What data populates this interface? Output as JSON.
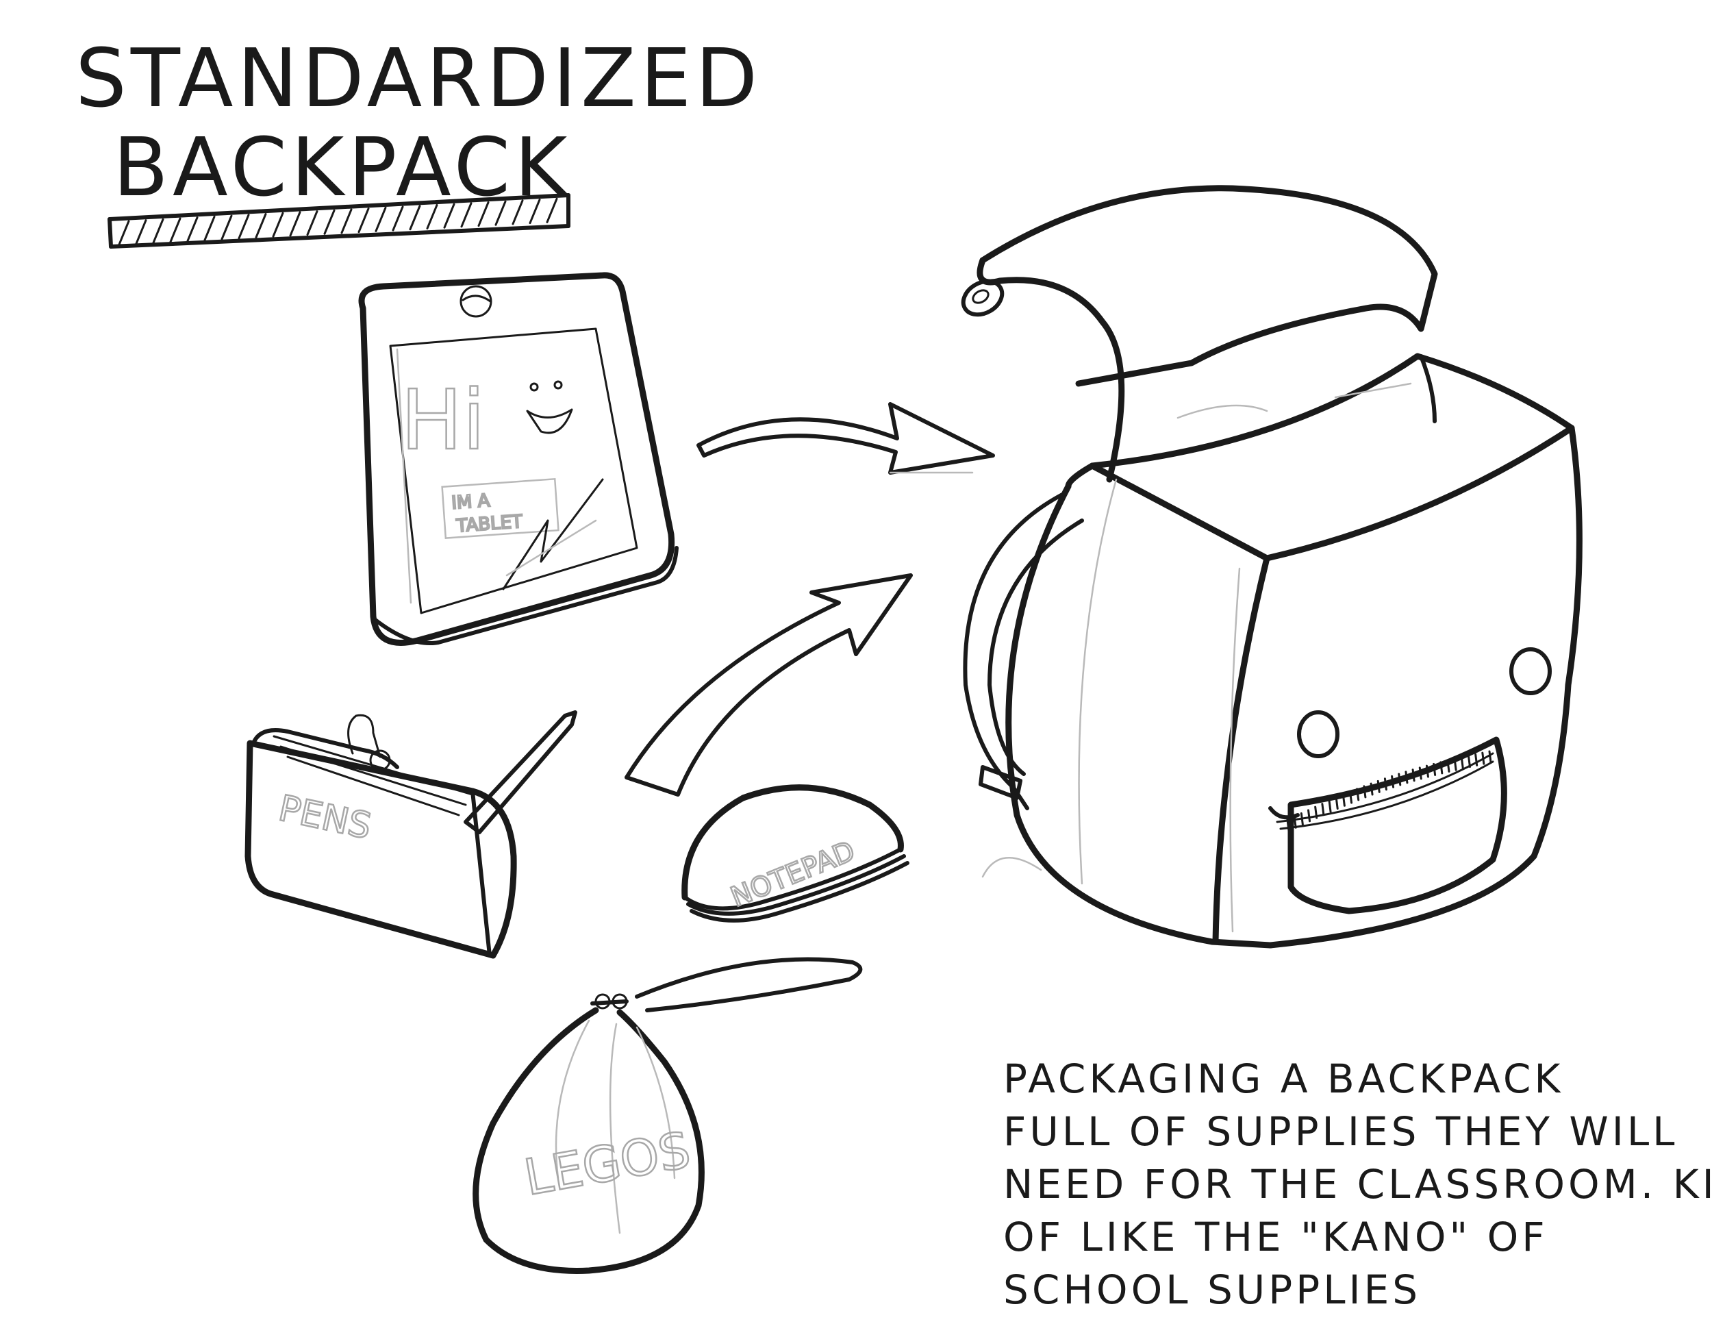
{
  "title": {
    "line1": "STANDARDIZED",
    "line2": "BACKPACK"
  },
  "items": {
    "tablet": {
      "big_label": "Hi",
      "small_label_line1": "IM A",
      "small_label_line2": "TABLET"
    },
    "pencil_case": {
      "label": "PENS"
    },
    "notepad": {
      "label": "NOTEPAD"
    },
    "legos_bag": {
      "label": "LEGOS"
    }
  },
  "caption": {
    "lines": [
      "PACKAGING A BACKPACK",
      "FULL OF SUPPLIES THEY WILL",
      "NEED FOR THE CLASSROOM. KIND",
      "OF LIKE THE \"KANO\" OF",
      "SCHOOL SUPPLIES"
    ]
  },
  "colors": {
    "ink": "#1a1a1a",
    "pencil": "#b9b9b9",
    "paper": "#ffffff"
  }
}
